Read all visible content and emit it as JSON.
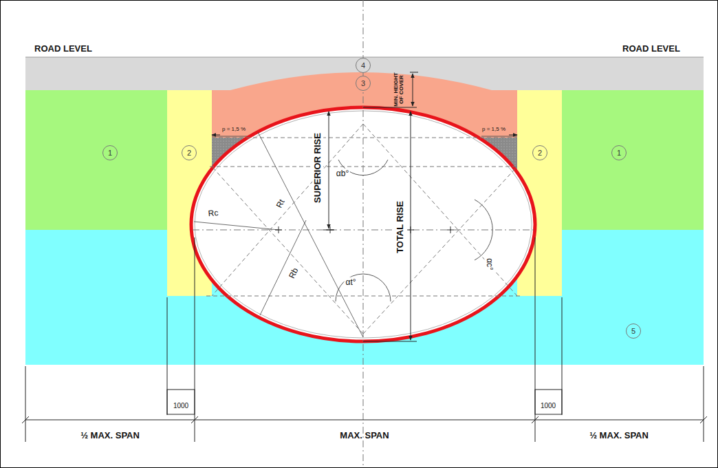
{
  "diagram": {
    "nodes": [
      {
        "text": [
          "4"
        ]
      },
      {
        "text": [
          "3"
        ]
      },
      {
        "text": [
          "1"
        ]
      },
      {
        "text": [
          "2"
        ]
      },
      {
        "text": [
          "2"
        ]
      },
      {
        "text": [
          "1"
        ]
      },
      {
        "text": [
          "5"
        ]
      }
    ],
    "labels": [
      "ROAD LEVEL",
      "ROAD LEVEL",
      "MIN. HEIGHT OF COVER",
      "p = 1,5 %",
      "p = 1,5 %",
      "SUPERIOR RISE",
      "TOTAL RISE",
      "Rt",
      "Rc",
      "Rb",
      "αb°",
      "αt°",
      "αc°",
      "1000",
      "1000",
      "½ MAX. SPAN",
      "MAX. SPAN",
      "½ MAX. SPAN"
    ]
  }
}
